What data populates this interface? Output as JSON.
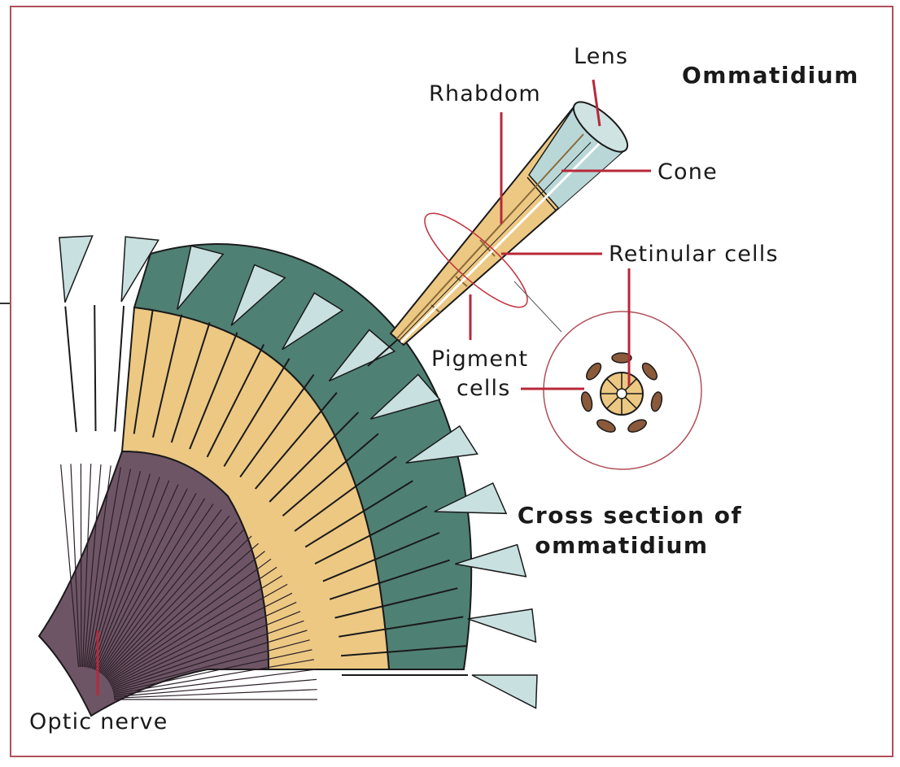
{
  "diagram": {
    "title": "Ommatidium",
    "labels": {
      "lens": "Lens",
      "rhabdom": "Rhabdom",
      "cone": "Cone",
      "retinular_cells": "Retinular cells",
      "pigment_cells_line1": "Pigment",
      "pigment_cells_line2": "cells",
      "optic_nerve": "Optic nerve"
    },
    "cross_section_caption": {
      "line1": "Cross section of",
      "line2": "ommatidium"
    },
    "colors": {
      "frame": "#b0505a",
      "leader_line": "#b8283a",
      "facet_dark": "#4f8074",
      "facet_light": "#c9e0e0",
      "tan_layer": "#ecc883",
      "nerve": "#6e5566",
      "outline": "#1a1a1a"
    }
  }
}
